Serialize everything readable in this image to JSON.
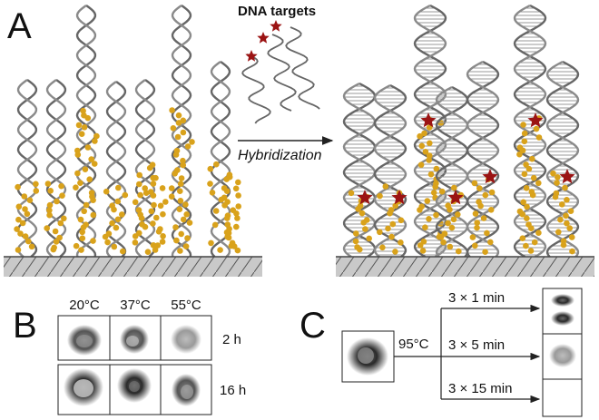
{
  "panel_a": {
    "letter": "A",
    "targets_label": "DNA targets",
    "arrow_label": "Hybridization"
  },
  "panel_b": {
    "letter": "B",
    "temperatures": [
      "20°C",
      "37°C",
      "55°C"
    ],
    "times": [
      "2 h",
      "16 h"
    ]
  },
  "panel_c": {
    "letter": "C",
    "temperature": "95°C",
    "durations": [
      "3 × 1 min",
      "3 × 5 min",
      "3 × 15 min"
    ]
  },
  "colors": {
    "strand": "#666666",
    "rung": "#9a9a9a",
    "label_bead": "#d9a21b",
    "target_star": "#9b1313",
    "surface": "#9c9c9c"
  }
}
